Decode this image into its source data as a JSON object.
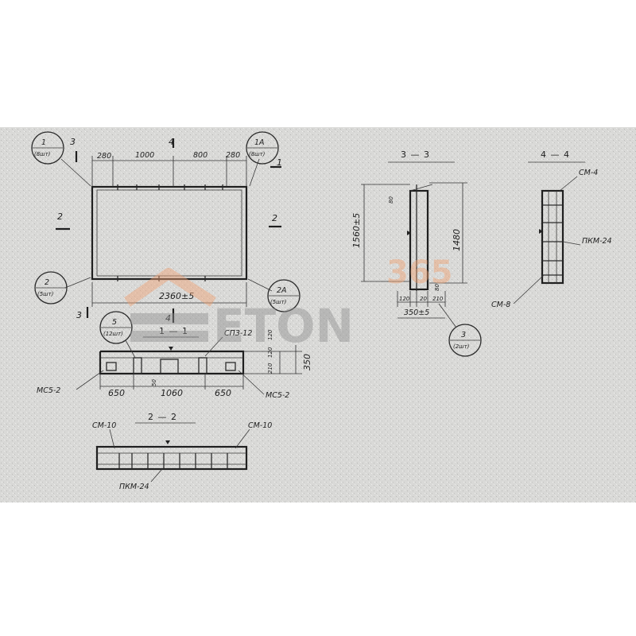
{
  "plan": {
    "dim_280_left": "280",
    "dim_1000": "1000",
    "dim_800": "800",
    "dim_280_right": "280",
    "dim_2360": "2360±5",
    "cut_2_left": "2",
    "cut_2_right": "2",
    "cut_3_top": "3",
    "cut_3_bottom": "3",
    "cut_4_top": "4",
    "cut_4_bottom": "4",
    "cut_1_right": "1",
    "callout_tl_num": "1",
    "callout_tl_sub": "(8шт)",
    "callout_tr_num": "1А",
    "callout_tr_sub": "(8шт)",
    "callout_bl_num": "2",
    "callout_bl_sub": "(5шт)",
    "callout_br_num": "2А",
    "callout_br_sub": "(5шт)"
  },
  "section_1": {
    "title": "1 — 1",
    "callout_num": "5",
    "callout_sub": "(12шт)",
    "label_top": "СПЗ-12",
    "label_left": "МС5-2",
    "label_right": "МС5-2",
    "dim_650_left": "650",
    "dim_1060": "1060",
    "dim_650_right": "650",
    "dim_50": "50",
    "dim_120a": "120",
    "dim_120b": "120",
    "dim_210": "210",
    "dim_350": "350"
  },
  "section_2": {
    "title": "2 — 2",
    "label_left": "СМ-10",
    "label_right": "СМ-10",
    "label_bottom": "ПКМ-24"
  },
  "section_3": {
    "title": "3 — 3",
    "dim_1560": "1560±5",
    "dim_1480": "1480",
    "dim_80_top": "80",
    "dim_80_bottom": "80",
    "dim_120": "120",
    "dim_20": "20",
    "dim_210": "210",
    "dim_350": "350±5",
    "callout_num": "3",
    "callout_sub": "(2шт)"
  },
  "section_4": {
    "title": "4 — 4",
    "label_top": "СМ-4",
    "label_right": "ПКМ-24",
    "label_bottom": "СМ-8"
  },
  "watermark": {
    "text_main": "ETON",
    "text_accent": "365"
  },
  "colors": {
    "watermark_gray": "#8f8f8f",
    "watermark_orange": "#f0a070",
    "ink": "#1e1e1e",
    "sheet": "#d6d6d4"
  }
}
